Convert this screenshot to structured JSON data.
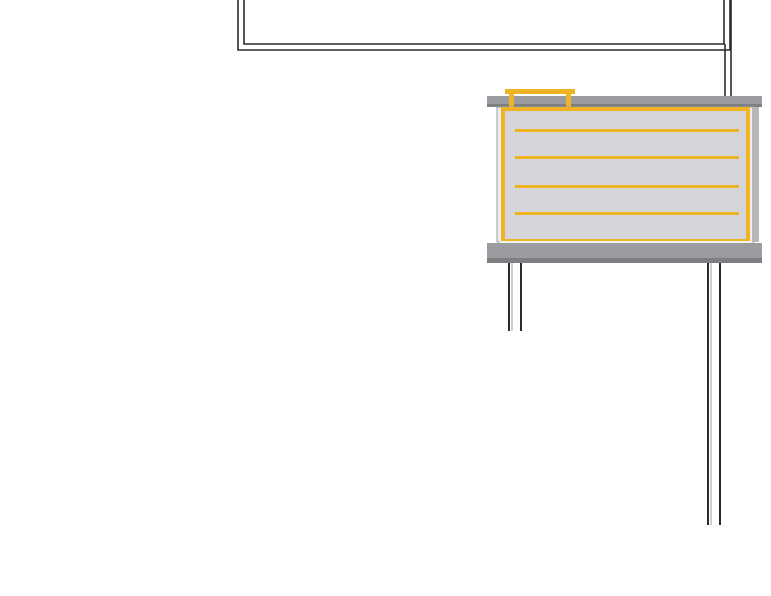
{
  "colors": {
    "background": "#ffffff",
    "pipe_outline": "#2b2b2b",
    "pipe_fill": "#ffffff",
    "housing_frame": "#9a9c9f",
    "housing_frame_dark": "#7d7f82",
    "panel_fill": "#d4d5d8",
    "element_accent": "#f0b323",
    "element_accent_light": "#f5c24a"
  },
  "components": [
    {
      "name": "piping-loop",
      "icon": "pipe-outline-icon"
    },
    {
      "name": "heat-exchanger-unit",
      "icon": "radiator-coil-icon"
    },
    {
      "name": "left-support-leg",
      "icon": "pipe-leg-icon"
    },
    {
      "name": "right-return-pipe",
      "icon": "pipe-leg-icon"
    }
  ],
  "coil_rows": 4
}
